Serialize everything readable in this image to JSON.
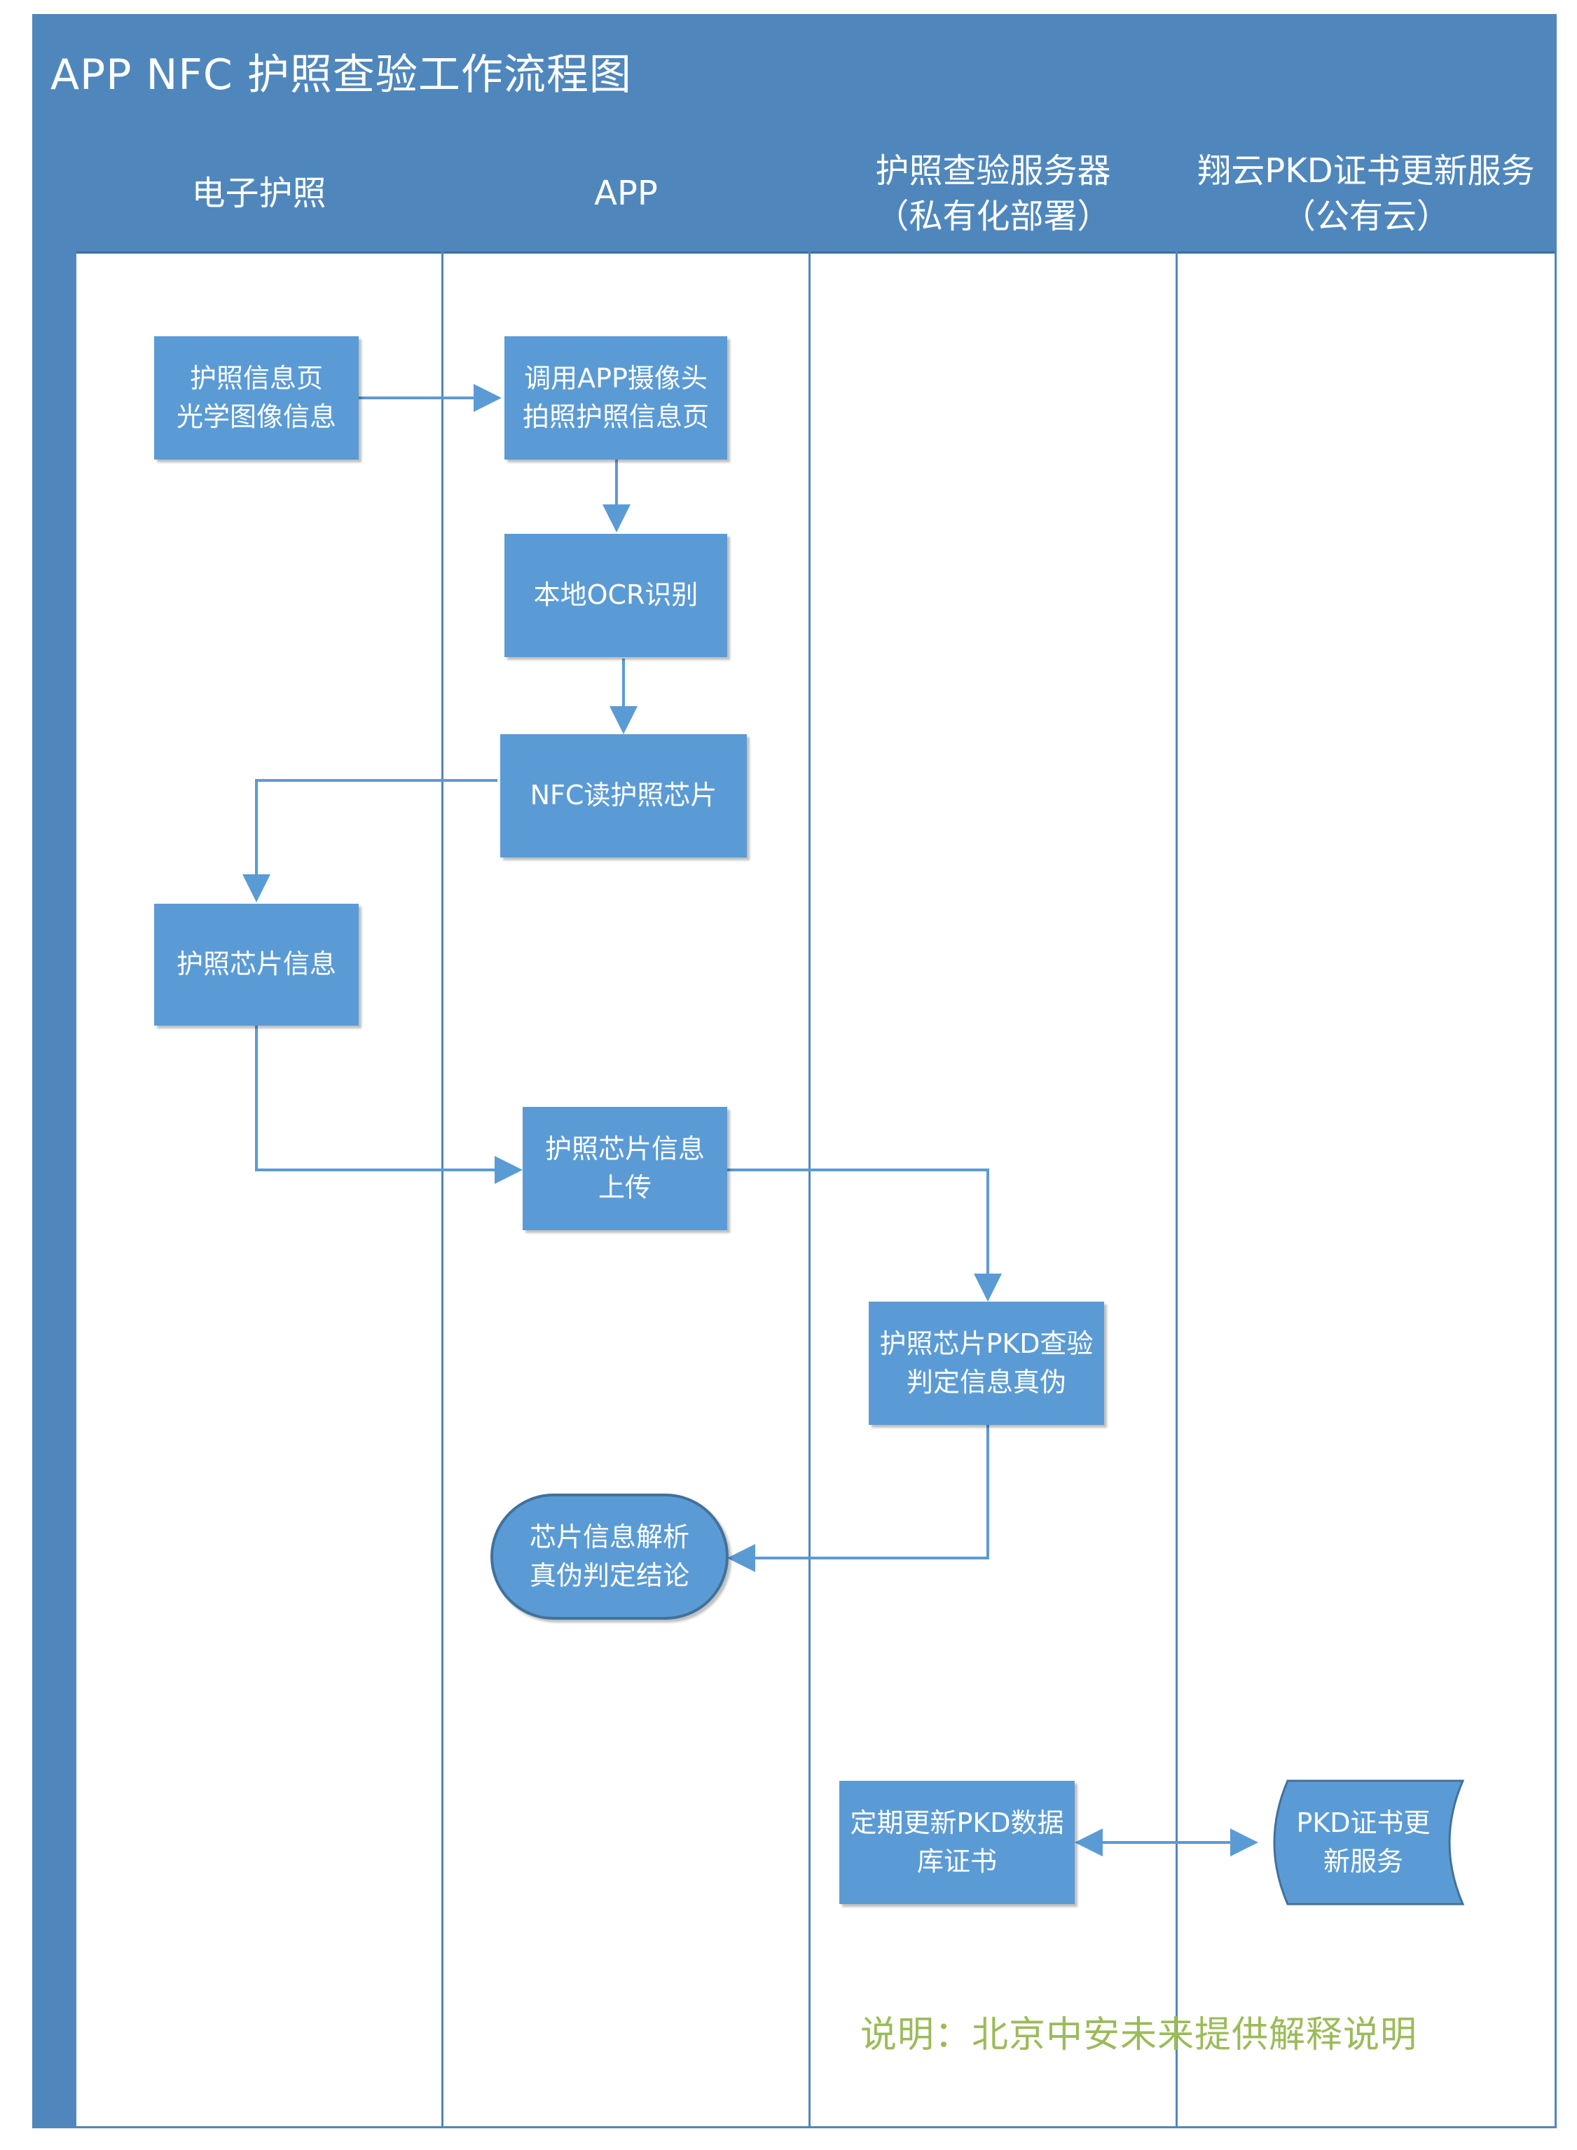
{
  "title": "APP NFC 护照查验工作流程图",
  "lanes": [
    {
      "line1": "电子护照",
      "line2": ""
    },
    {
      "line1": "APP",
      "line2": ""
    },
    {
      "line1": "护照查验服务器",
      "line2": "（私有化部署）"
    },
    {
      "line1": "翔云PKD证书更新服务",
      "line2": "（公有云）"
    }
  ],
  "nodes": {
    "optical_info": {
      "line1": "护照信息页",
      "line2": "光学图像信息"
    },
    "camera_capture": {
      "line1": "调用APP摄像头",
      "line2": "拍照护照信息页"
    },
    "local_ocr": {
      "line1": "本地OCR识别",
      "line2": ""
    },
    "nfc_read": {
      "line1": "NFC读护照芯片",
      "line2": ""
    },
    "chip_info": {
      "line1": "护照芯片信息",
      "line2": ""
    },
    "chip_upload": {
      "line1": "护照芯片信息",
      "line2": "上传"
    },
    "pkd_verify": {
      "line1": "护照芯片PKD查验",
      "line2": "判定信息真伪"
    },
    "result": {
      "line1": "芯片信息解析",
      "line2": "真伪判定结论"
    },
    "pkd_db_update": {
      "line1": "定期更新PKD数据",
      "line2": "库证书"
    },
    "pkd_service": {
      "line1": "PKD证书更",
      "line2": "新服务"
    }
  },
  "note": "说明：北京中安未来提供解释说明",
  "colors": {
    "lane_fill": "#4f87bd",
    "node_fill": "#5b9bd5",
    "edge": "#5b9bd5",
    "note": "#9bbb59"
  }
}
